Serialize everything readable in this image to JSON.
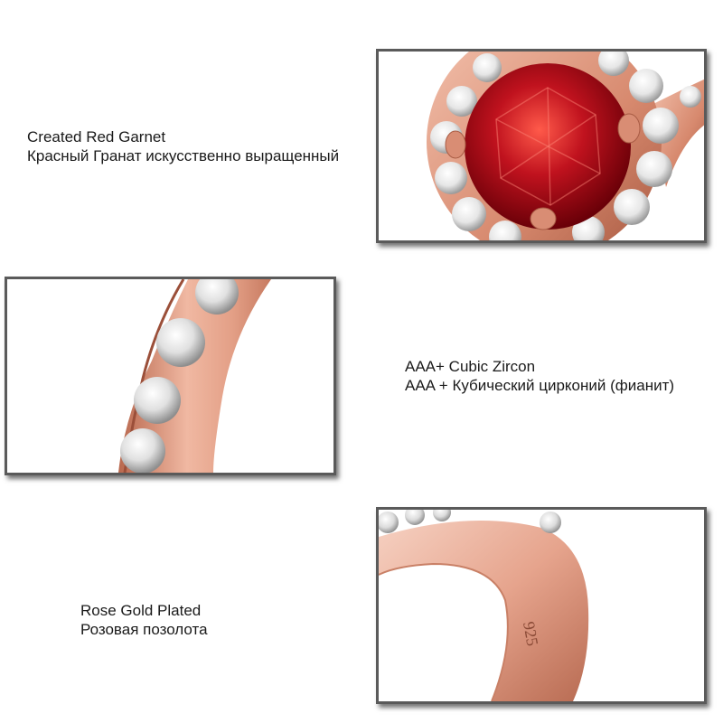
{
  "features": [
    {
      "title_en": "Created Red Garnet",
      "title_ru": "Красный Гранат искусственно выращенный"
    },
    {
      "title_en": "AAA+ Cubic Zircon",
      "title_ru": "AAA + Кубический цирконий (фианит)"
    },
    {
      "title_en": "Rose Gold Plated",
      "title_ru": "Розовая позолота"
    }
  ],
  "engraving_text": "925",
  "colors": {
    "background": "#ffffff",
    "frame_border": "#5a5a5a",
    "rose_gold": "#e8a58f",
    "rose_gold_dark": "#b86b52",
    "garnet_red": "#c0121e",
    "zircon_white": "#f2f2f2"
  }
}
